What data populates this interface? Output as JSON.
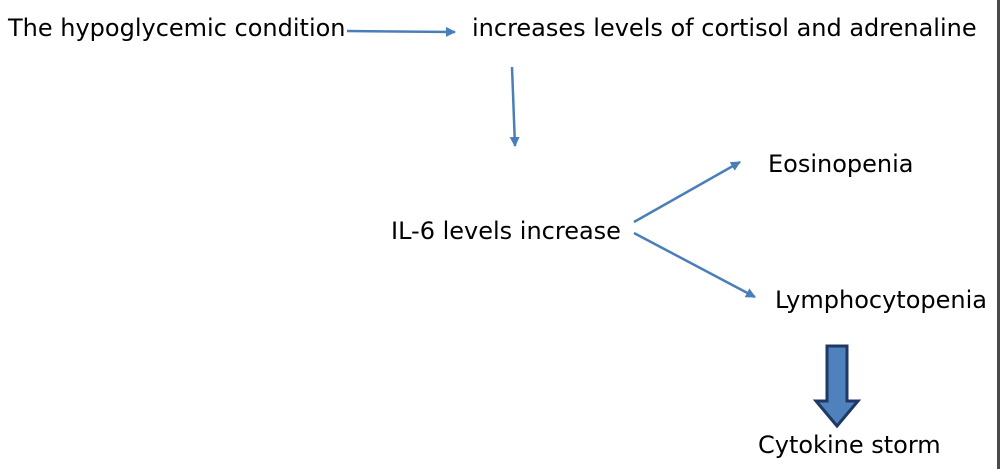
{
  "nodes": {
    "hypoglycemic": "The hypoglycemic condition",
    "hormones": "increases levels of cortisol and adrenaline",
    "il6": "IL-6 levels increase",
    "eosinopenia": "Eosinopenia",
    "lymphocytopenia": "Lymphocytopenia",
    "cytokine_storm": "Cytokine storm"
  },
  "colors": {
    "arrow": "#4a7ebb",
    "block_arrow_fill": "#4f81bd",
    "block_arrow_stroke": "#1f3864",
    "text": "#000000"
  }
}
